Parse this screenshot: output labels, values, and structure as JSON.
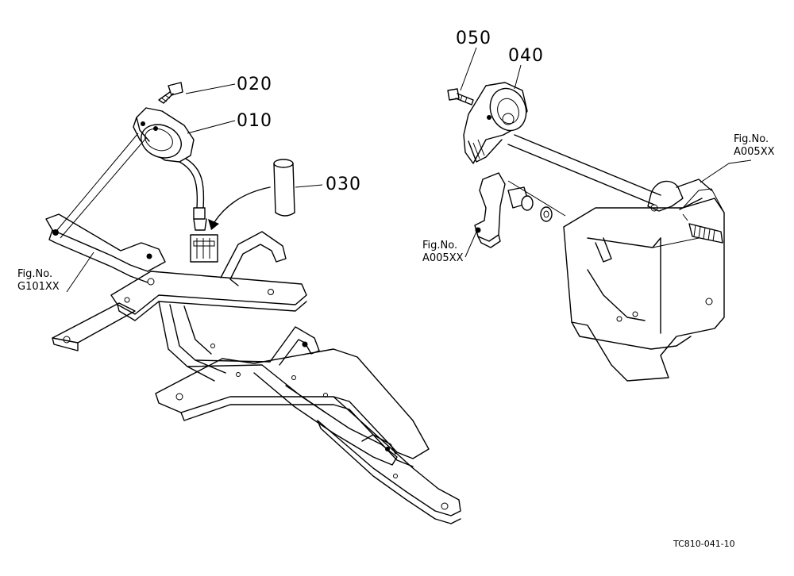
{
  "parts": {
    "p010": "010",
    "p020": "020",
    "p030": "030",
    "p040": "040",
    "p050": "050"
  },
  "figure_refs": {
    "left": {
      "line1": "Fig.No.",
      "line2": "G101XX"
    },
    "center": {
      "line1": "Fig.No.",
      "line2": "A005XX"
    },
    "right": {
      "line1": "Fig.No.",
      "line2": "A005XX"
    }
  },
  "drawing_code": "TC810-041-10"
}
